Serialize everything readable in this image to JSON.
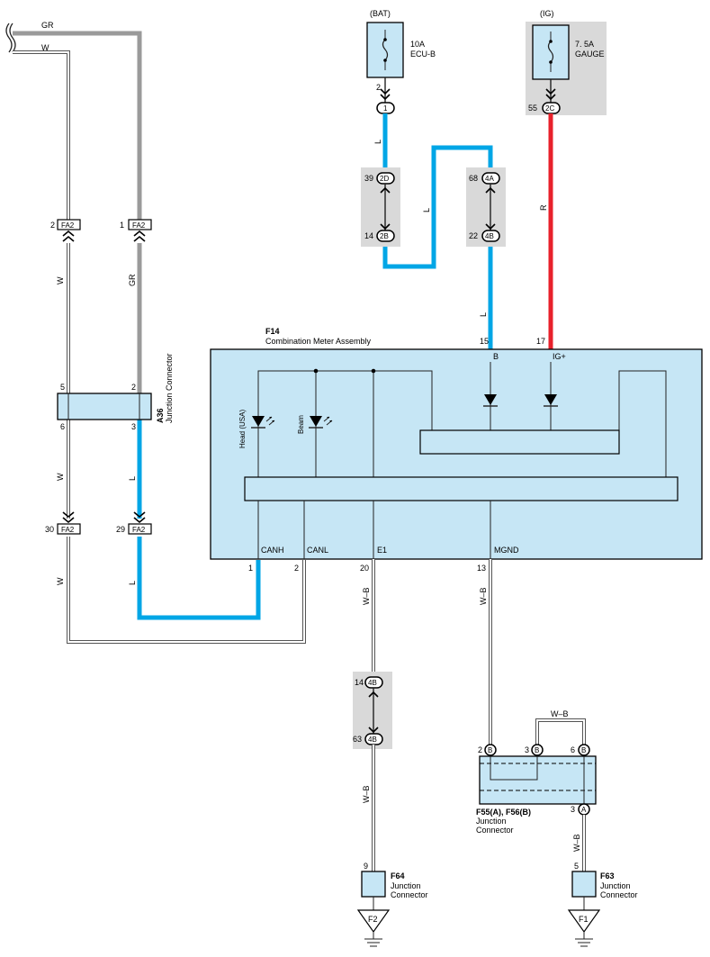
{
  "power": {
    "bat": {
      "header": "(BAT)",
      "rating": "10A",
      "name": "ECU-B",
      "pin_fuse": "2",
      "conn_label": "1"
    },
    "ig": {
      "header": "(IG)",
      "rating": "7. 5A",
      "name": "GAUGE",
      "pin": "55",
      "conn_label": "2C"
    }
  },
  "wires": {
    "gr": "GR",
    "w": "W",
    "l": "L",
    "r": "R",
    "wb": "W–B"
  },
  "junctions": {
    "j1": {
      "top_pin": "39",
      "top_label": "2D",
      "bot_pin": "14",
      "bot_label": "2B"
    },
    "j2": {
      "top_pin": "68",
      "top_label": "4A",
      "bot_pin": "22",
      "bot_label": "4B"
    },
    "j3": {
      "top_pin": "14",
      "top_label": "4B",
      "bot_pin": "63",
      "bot_label": "4B"
    }
  },
  "fa2": {
    "label": "FA2",
    "top_left_pin": "2",
    "top_right_pin": "1",
    "bot_left_pin": "30",
    "bot_right_pin": "29"
  },
  "a36": {
    "id": "A36",
    "name": "Junction Connector",
    "pin5": "5",
    "pin2": "2",
    "pin6": "6",
    "pin3": "3"
  },
  "f14": {
    "id": "F14",
    "name": "Combination Meter Assembly",
    "pin15": "15",
    "pin17": "17",
    "term_b": "B",
    "term_ig": "IG+",
    "led_head": "Head (USA)",
    "led_beam": "Beam",
    "term_canh": "CANH",
    "term_canl": "CANL",
    "term_e1": "E1",
    "term_mgnd": "MGND",
    "pin_canh": "1",
    "pin_canl": "2",
    "pin_e1": "20",
    "pin_mgnd": "13"
  },
  "f55": {
    "id": "F55(A), F56(B)",
    "name_l1": "Junction",
    "name_l2": "Connector",
    "pin2": "2",
    "pin3": "3",
    "pin6": "6",
    "pin3a": "3",
    "lbl_b": "B",
    "lbl_a": "A"
  },
  "f64": {
    "id": "F64",
    "name_l1": "Junction",
    "name_l2": "Connector",
    "pin": "9",
    "ground": "F2"
  },
  "f63": {
    "id": "F63",
    "name_l1": "Junction",
    "name_l2": "Connector",
    "pin": "5",
    "ground": "F1"
  }
}
